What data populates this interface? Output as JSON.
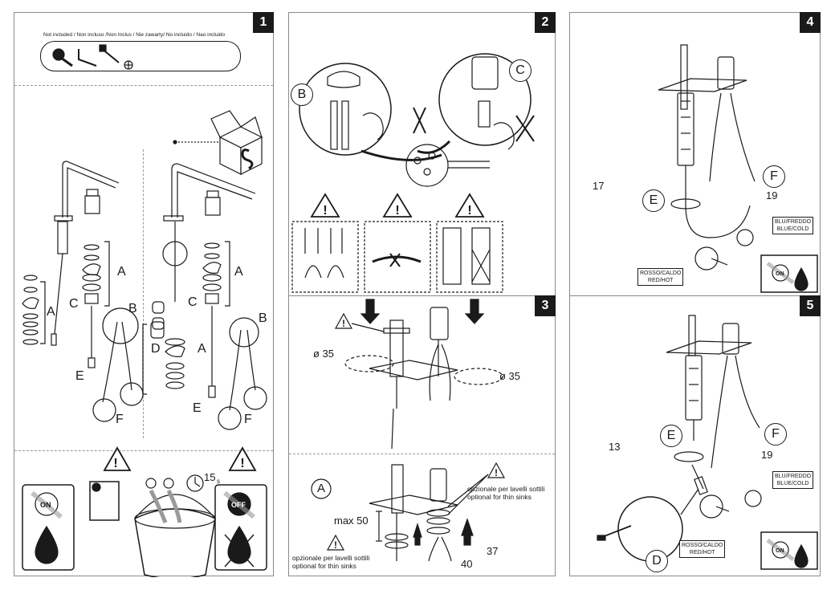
{
  "panels": {
    "p1": {
      "number": "1",
      "not_included": "Not included / Non incluso /Non Inclus / Nie zawarty/ No incluido / Nao incluido"
    },
    "p2": {
      "number": "2"
    },
    "p3": {
      "number": "3",
      "diameter_left": "ø 35",
      "diameter_right": "ø 35",
      "max_label": "max 50",
      "optional_right": "opzionale per lavelli sottili\noptional for thin sinks",
      "optional_left": "opzionale per lavelli sottili\noptional for thin sinks",
      "wrench_37": "37",
      "wrench_40": "40"
    },
    "p4": {
      "number": "4",
      "wrench_17": "17",
      "wrench_19": "19",
      "cold_tag": "BLU/FREDDO\nBLUE/COLD",
      "hot_tag": "ROSSO/CALDO\nRED/HOT"
    },
    "p5": {
      "number": "5",
      "wrench_13": "13",
      "wrench_19": "19",
      "cold_tag": "BLU/FREDDO\nBLUE/COLD",
      "hot_tag": "ROSSO/CALDO\nRED/HOT"
    }
  },
  "labels": {
    "A": "A",
    "B": "B",
    "C": "C",
    "D": "D",
    "E": "E",
    "F": "F"
  },
  "timer": "15",
  "timer_unit": "s",
  "on": "ON",
  "off": "OFF"
}
